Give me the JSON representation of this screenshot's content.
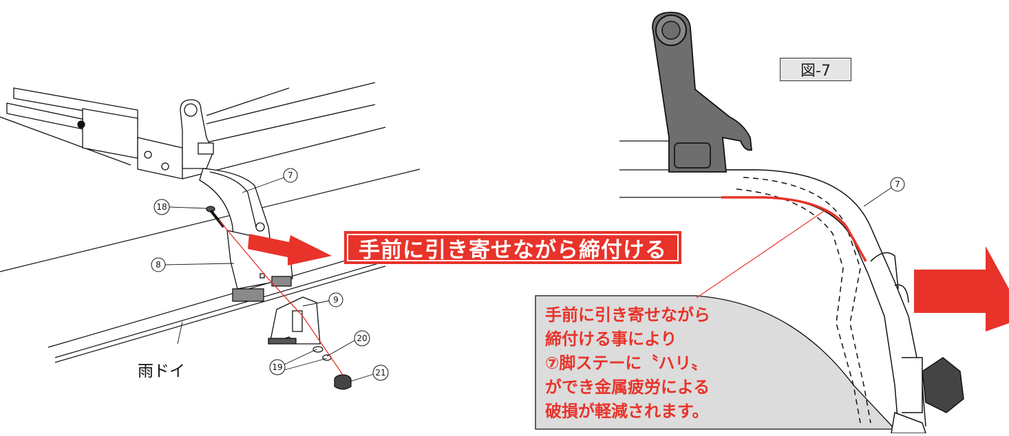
{
  "figure_label": "図-7",
  "banner_text": "手前に引き寄せながら締付ける",
  "gutter_label": "雨ドイ",
  "note_lines": [
    "手前に引き寄せながら",
    "締付ける事により",
    "⑦脚ステーに〝ハリ〟",
    "ができ金属疲労による",
    "破損が軽減されます。"
  ],
  "part_numbers": {
    "p7_left": "7",
    "p18": "18",
    "p8": "8",
    "p9": "9",
    "p20": "20",
    "p19": "19",
    "p21": "21",
    "p7_right": "7"
  },
  "colors": {
    "accent_red": "#e8332a",
    "callout_gray": "#dcdcdc",
    "part_gray": "#6e6e6e",
    "line": "#111111"
  },
  "icons": [
    "arrow-right-icon"
  ]
}
